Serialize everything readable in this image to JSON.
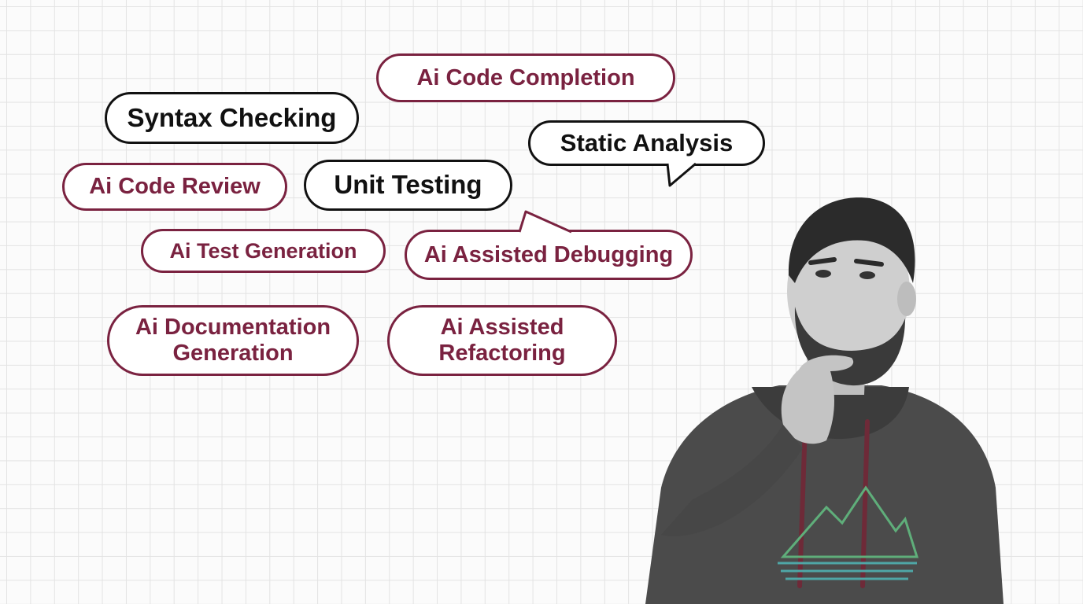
{
  "bubbles": {
    "ai_code_completion": "Ai Code Completion",
    "syntax_checking": "Syntax Checking",
    "static_analysis": "Static Analysis",
    "ai_code_review": "Ai Code Review",
    "unit_testing": "Unit Testing",
    "ai_test_generation": "Ai Test Generation",
    "ai_assisted_debugging": "Ai Assisted Debugging",
    "ai_documentation_generation_line1": "Ai Documentation",
    "ai_documentation_generation_line2": "Generation",
    "ai_assisted_refactoring_line1": "Ai Assisted",
    "ai_assisted_refactoring_line2": "Refactoring"
  },
  "colors": {
    "accent": "#7a2240",
    "ink": "#111111",
    "grid_line": "#e3e3e3",
    "background": "#fbfbfb"
  }
}
